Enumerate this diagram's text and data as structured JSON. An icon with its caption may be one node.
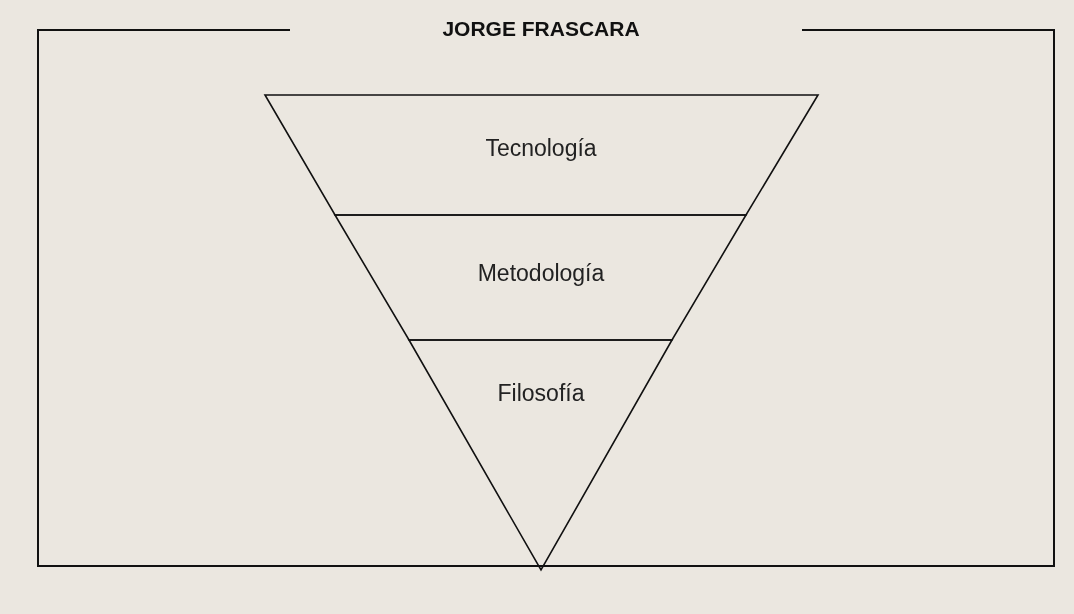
{
  "diagram": {
    "title": "JORGE FRASCARA",
    "nodes": [
      {
        "text": [
          "Tecnología"
        ]
      },
      {
        "text": [
          "Metodología"
        ]
      },
      {
        "text": [
          "Filosofía"
        ]
      }
    ]
  }
}
